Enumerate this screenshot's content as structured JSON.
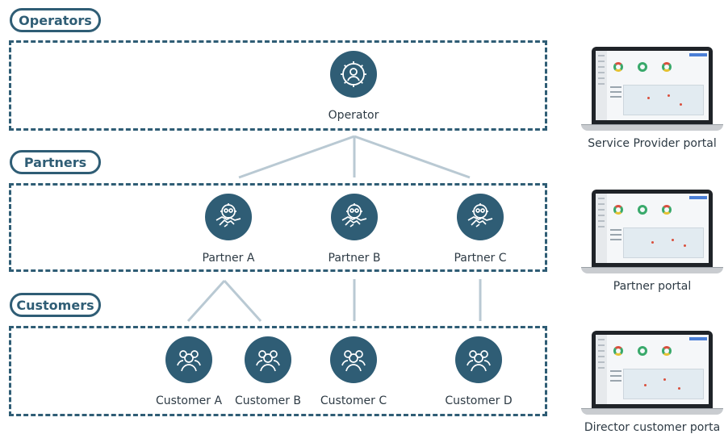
{
  "sections": {
    "operators": "Operators",
    "partners": "Partners",
    "customers": "Customers"
  },
  "nodes": {
    "operator": "Operator",
    "partner_a": "Partner A",
    "partner_b": "Partner B",
    "partner_c": "Partner C",
    "customer_a": "Customer A",
    "customer_b": "Customer B",
    "customer_c": "Customer C",
    "customer_d": "Customer D"
  },
  "portals": {
    "service_provider": "Service Provider portal",
    "partner": "Partner portal",
    "director_customer": "Director customer porta"
  },
  "icons": {
    "operator": "operator-gear-icon",
    "partner": "handshake-gear-icon",
    "customer": "customer-group-icon"
  },
  "colors": {
    "primary": "#2f5d75",
    "connector": "#b9c9d3"
  }
}
